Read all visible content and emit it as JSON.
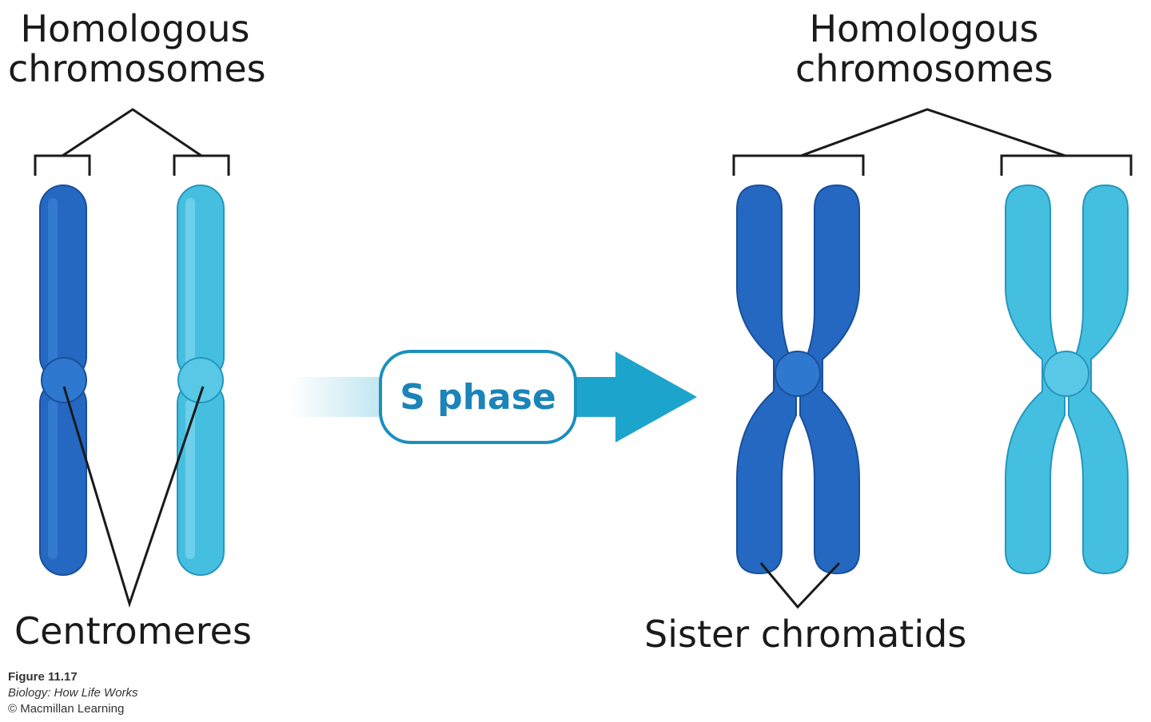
{
  "labels": {
    "homologous_left_line1": "Homologous",
    "homologous_left_line2": "chromosomes",
    "homologous_right_line1": "Homologous",
    "homologous_right_line2": "chromosomes",
    "centromeres": "Centromeres",
    "sister_chromatids": "Sister chromatids",
    "s_phase": "S phase"
  },
  "caption": {
    "figure": "Figure 11.17",
    "book": "Biology: How Life Works",
    "publisher": "© Macmillan Learning"
  },
  "colors": {
    "dark_blue": "#2468c2",
    "dark_blue_edge": "#1a4f99",
    "light_blue": "#45bfe0",
    "light_blue_edge": "#2596bf",
    "arrow": "#1da4cc",
    "arrow_border": "#1b8fbd",
    "line": "#1a1a1a"
  }
}
